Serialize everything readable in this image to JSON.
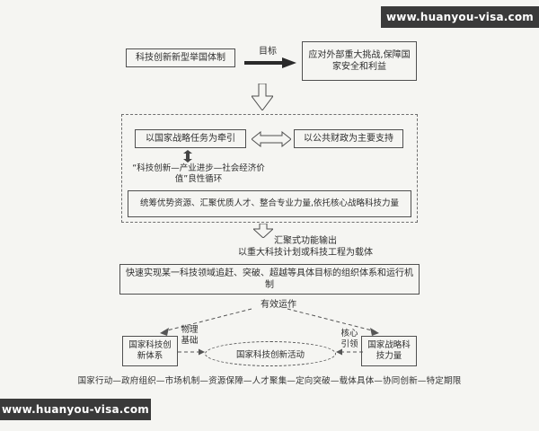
{
  "watermark": {
    "top_url": "www.huanyou-visa.com",
    "bottom_url": "www.huanyou-visa.com"
  },
  "diagram": {
    "top_box": "科技创新新型举国体制",
    "goal_label": "目标",
    "challenge_box": "应对外部重大挑战,保障国家安全和利益",
    "dashed_group": {
      "strategy_box": "以国家战略任务为牵引",
      "finance_box": "以公共财政为主要支持",
      "cycle_text": "“科技创新—产业进步—社会经济价值”良性循环",
      "resources_box": "统筹优势资源、汇聚优质人才、整合专业力量,依托核心战略科技力量"
    },
    "output_line1": "汇聚式功能输出",
    "output_line2": "以重大科技计划或科技工程为载体",
    "mechanism_box": "快速实现某一科技领域追赶、突破、超越等具体目标的组织体系和运行机制",
    "operation_label": "有效运作",
    "bottom": {
      "left_box": "国家科技创新体系",
      "left_link_label": "物理基础",
      "ellipse": "国家科技创新活动",
      "right_link_label": "核心引领",
      "right_box": "国家战略科技力量"
    },
    "caption": "国家行动—政府组织—市场机制—资源保障—人才聚集—定向突破—载体具体—协同创新—特定期限"
  },
  "colors": {
    "bar_background": "#3a3a3a",
    "border": "#4f4f4f",
    "text": "#2e2e2e",
    "page_background": "#f5f5f2"
  }
}
